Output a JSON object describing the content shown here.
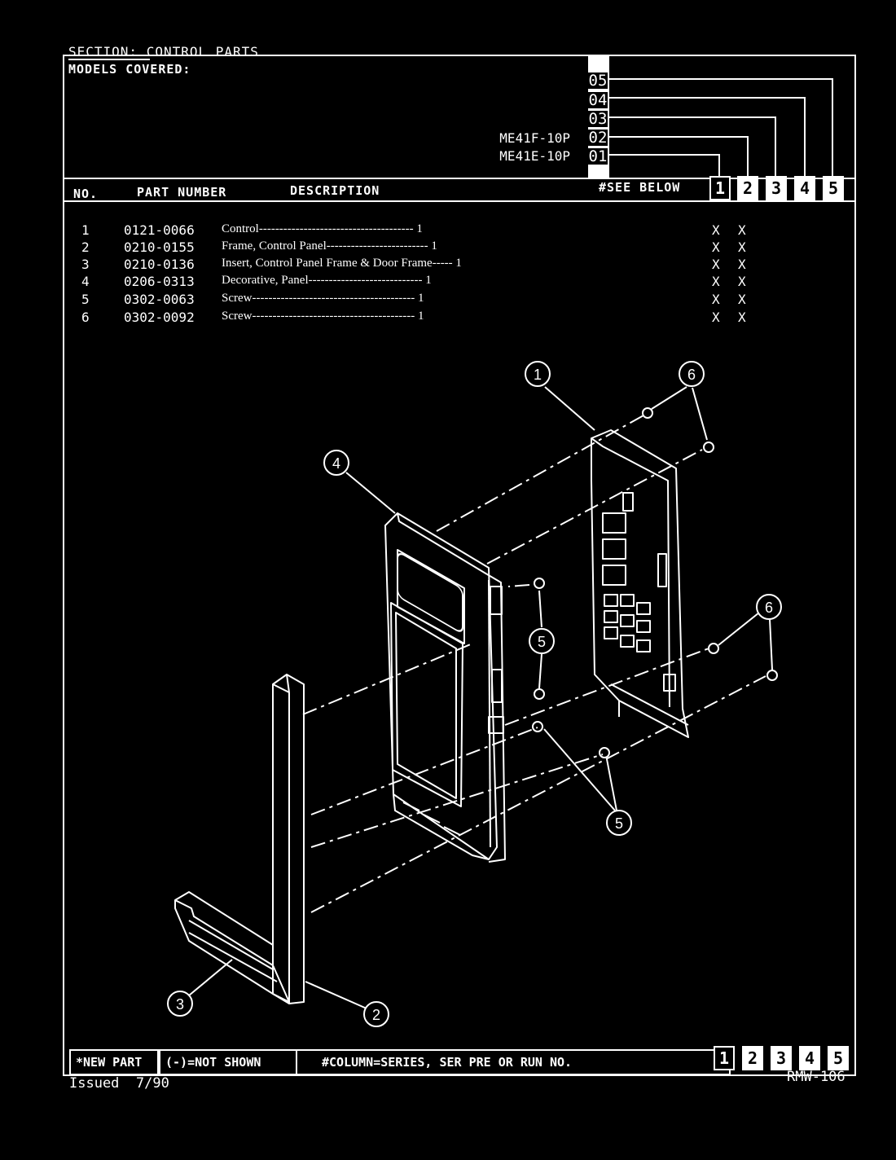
{
  "header": {
    "section": "SECTION: CONTROL PARTS",
    "models_covered": "MODELS COVERED:",
    "models": [
      {
        "name": "",
        "code": "05"
      },
      {
        "name": "",
        "code": "04"
      },
      {
        "name": "",
        "code": "03"
      },
      {
        "name": "ME41F-10P",
        "code": "02"
      },
      {
        "name": "ME41E-10P",
        "code": "01"
      }
    ]
  },
  "columns": {
    "no": "NO.",
    "part_number": "PART NUMBER",
    "description": "DESCRIPTION",
    "see_below": "#SEE BELOW",
    "series": [
      "1",
      "2",
      "3",
      "4",
      "5"
    ]
  },
  "parts": [
    {
      "no": "1",
      "part": "0121-0066",
      "desc": "Control-------------------------------------- 1",
      "c1": "X",
      "c2": "X"
    },
    {
      "no": "2",
      "part": "0210-0155",
      "desc": "Frame, Control Panel------------------------- 1",
      "c1": "X",
      "c2": "X"
    },
    {
      "no": "3",
      "part": "0210-0136",
      "desc": "Insert, Control Panel Frame & Door Frame----- 1",
      "c1": "X",
      "c2": "X"
    },
    {
      "no": "4",
      "part": "0206-0313",
      "desc": "Decorative, Panel---------------------------- 1",
      "c1": "X",
      "c2": "X"
    },
    {
      "no": "5",
      "part": "0302-0063",
      "desc": "Screw---------------------------------------- 1",
      "c1": "X",
      "c2": "X"
    },
    {
      "no": "6",
      "part": "0302-0092",
      "desc": "Screw---------------------------------------- 1",
      "c1": "X",
      "c2": "X"
    }
  ],
  "callouts": [
    "1",
    "6",
    "4",
    "6",
    "5",
    "5",
    "3",
    "2"
  ],
  "footer": {
    "new_part": "*NEW PART",
    "not_shown": "(-)=NOT SHOWN",
    "column_note": "#COLUMN=SERIES, SER PRE OR RUN NO.",
    "series": [
      "1",
      "2",
      "3",
      "4",
      "5"
    ],
    "issued": "Issued  7/90",
    "doc_code": "RMW-106"
  }
}
